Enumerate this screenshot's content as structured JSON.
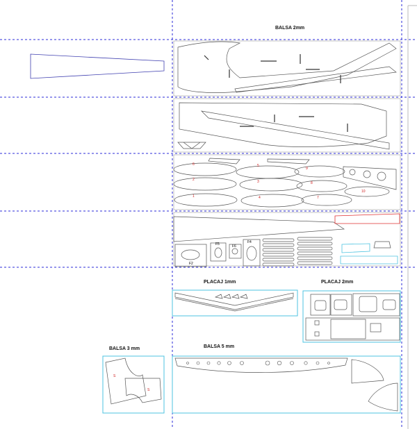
{
  "sheets": {
    "balsa_2mm": "BALSA 2mm",
    "placaj_1mm": "PLACAJ 1mm",
    "placaj_2mm": "PLACAJ 2mm",
    "balsa_3mm": "BALSA 3 mm",
    "balsa_5mm": "BALSA 5 mm"
  },
  "part_labels": {
    "ribs": [
      "6",
      "5",
      "4",
      "3",
      "2",
      "1",
      "7",
      "8",
      "9",
      "10"
    ],
    "formers": [
      "F2",
      "F4",
      "F5",
      "F6"
    ],
    "balsa_3mm_part": "S"
  },
  "colors": {
    "grid_line": "#2b2bd9",
    "sheet_outline": "#4cc3e0",
    "highlight_part": "#e03030",
    "part_number": "#d02020"
  }
}
